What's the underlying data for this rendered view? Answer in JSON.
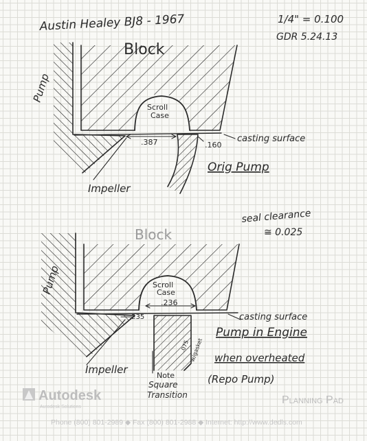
{
  "title": "Austin Healey BJ8 - 1967",
  "scale": "1/4\" = 0.100",
  "author_date": "GDR 5.24.13",
  "top": {
    "block_label": "Block",
    "pump_label": "Pump",
    "scroll_label_1": "Scroll",
    "scroll_label_2": "Case",
    "dim_left": ".387",
    "dim_right": ".160",
    "casting_label": "casting surface",
    "impeller_label": "Impeller",
    "caption": "Orig Pump"
  },
  "seal": {
    "line1": "seal clearance",
    "line2": "≅ 0.025"
  },
  "bottom": {
    "block_label": "Block",
    "pump_label": "Pump",
    "scroll_label_1": "Scroll",
    "scroll_label_2": "Case",
    "dim_top": ".236",
    "dim_left": ".235",
    "casting_label": "casting surface",
    "impeller_label": "Impeller",
    "note_1": "Note",
    "note_2": "Square",
    "note_3": "Transition",
    "wall_1": ".075",
    "wall_2": "w/gasket",
    "caption_1": "Pump in Engine",
    "caption_2": "when overheated",
    "caption_3": "(Repo Pump)"
  },
  "footer": {
    "brand": "Autodesk",
    "brand_sub": "Autodesk Solutions",
    "pad": "Planning Pad",
    "contact": "Phone (800) 801-2989 ◆ Fax (800) 801-2988 ◆ Internet: http://www.dedls.com"
  }
}
